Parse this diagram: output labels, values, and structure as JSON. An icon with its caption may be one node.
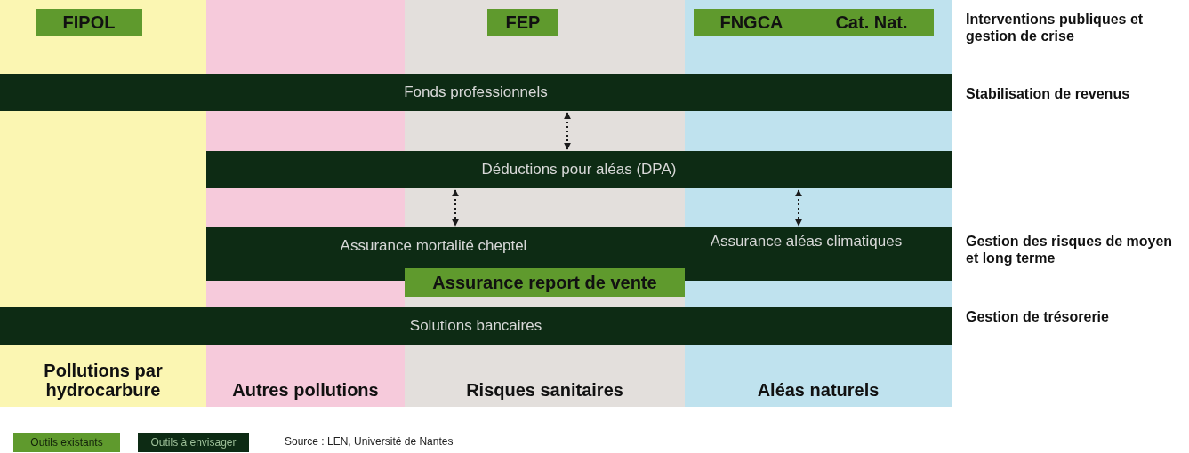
{
  "diagram": {
    "caption": "Source : LEN, Université de Nantes",
    "nodes": [
      {
        "text": [
          "Pollutions par hydrocarbure"
        ]
      },
      {
        "text": [
          "Autres pollutions"
        ]
      },
      {
        "text": [
          "Risques sanitaires"
        ]
      },
      {
        "text": [
          "Aléas naturels"
        ]
      },
      {
        "text": [
          "FIPOL"
        ],
        "in": 0
      },
      {
        "text": [
          "FEP"
        ],
        "in": 2
      },
      {
        "text": [
          "FNGCA",
          "Cat. Nat."
        ],
        "in": 3
      },
      {
        "text": [
          "Fonds professionnels"
        ]
      },
      {
        "text": [
          "Déductions pour aléas (DPA)"
        ]
      },
      {
        "text": [
          "Assurance mortalité cheptel",
          "Assurance aléas climatiques"
        ]
      },
      {
        "text": [
          "Assurance report de vente"
        ],
        "in": 2
      },
      {
        "text": [
          "Solutions bancaires"
        ]
      }
    ],
    "edges": [
      {
        "from": 7,
        "to": 8,
        "arrow": "both",
        "style": "dashed"
      },
      {
        "from": 8,
        "to": 9,
        "arrow": "both",
        "style": "dashed"
      },
      {
        "from": 8,
        "to": 9,
        "arrow": "both",
        "style": "dashed"
      }
    ],
    "labels": [
      "Interventions publiques et gestion de crise",
      "Stabilisation de revenus",
      "Gestion des risques de moyen et long terme",
      "Gestion de trésorerie"
    ],
    "legend": [
      {
        "text": "Outils existants",
        "color": "#5f9a2d"
      },
      {
        "text": "Outils à envisager",
        "color": "#0d2b14"
      }
    ]
  }
}
